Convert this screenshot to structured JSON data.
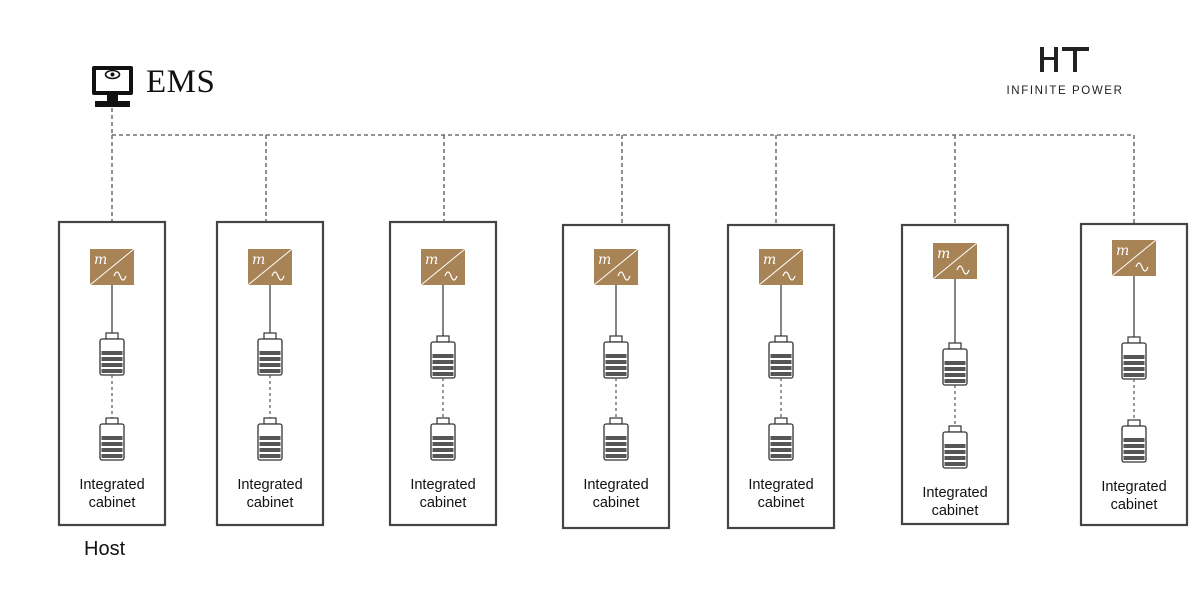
{
  "ems": {
    "label": "EMS",
    "icon": "monitor-eye-icon"
  },
  "brand": {
    "mark": "HT",
    "tagline": "INFINITE POWER"
  },
  "host_label": "Host",
  "colors": {
    "inverter": "#a88356",
    "battery_fill": "#555555",
    "line": "#555555"
  },
  "cabinets": [
    {
      "label": "Integrated\ncabinet"
    },
    {
      "label": "Integrated\ncabinet"
    },
    {
      "label": "Integrated\ncabinet"
    },
    {
      "label": "Integrated\ncabinet"
    },
    {
      "label": "Integrated\ncabinet"
    },
    {
      "label": "Integrated\ncabinet"
    },
    {
      "label": "Integrated\ncabinet"
    }
  ]
}
